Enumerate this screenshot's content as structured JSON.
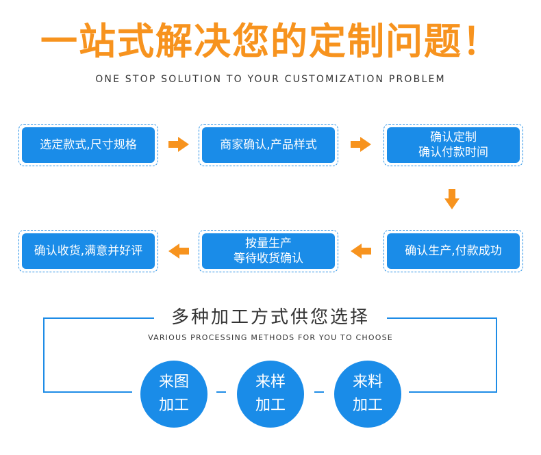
{
  "header": {
    "title": "一站式解决您的定制问题！",
    "subtitle": "ONE STOP SOLUTION TO YOUR CUSTOMIZATION PROBLEM"
  },
  "steps": [
    {
      "line1": "选定款式,尺寸规格",
      "line2": ""
    },
    {
      "line1": "商家确认,产品样式",
      "line2": ""
    },
    {
      "line1": "确认定制",
      "line2": "确认付款时间"
    },
    {
      "line1": "确认生产,付款成功",
      "line2": ""
    },
    {
      "line1": "按量生产",
      "line2": "等待收货确认"
    },
    {
      "line1": "确认收货,满意并好评",
      "line2": ""
    }
  ],
  "methods_section": {
    "title": "多种加工方式供您选择",
    "subtitle": "VARIOUS PROCESSING METHODS FOR YOU TO CHOOSE",
    "methods": [
      {
        "line1": "来图",
        "line2": "加工"
      },
      {
        "line1": "来样",
        "line2": "加工"
      },
      {
        "line1": "来料",
        "line2": "加工"
      }
    ]
  },
  "colors": {
    "accent_orange": "#f7931e",
    "primary_blue": "#1a8ce8"
  }
}
